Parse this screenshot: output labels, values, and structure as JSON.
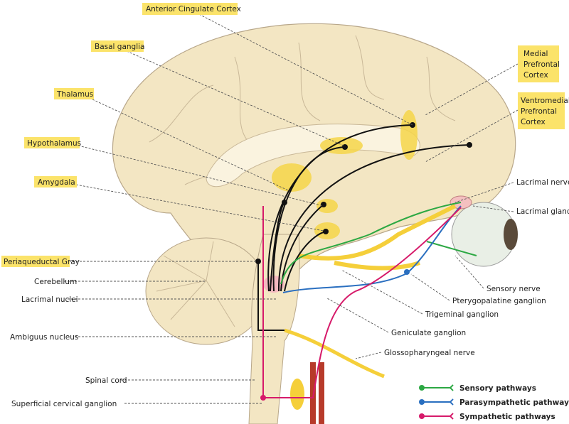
{
  "left_labels": {
    "anterior_cingulate": "Anterior Cingulate Cortex",
    "basal_ganglia": "Basal ganglia",
    "thalamus": "Thalamus",
    "hypothalamus": "Hypothalamus",
    "amygdala": "Amygdala",
    "periaqueductal": "Periaqueductal Gray",
    "cerebellum": "Cerebellum",
    "lacrimal_nuclei": "Lacrimal nuclei",
    "ambiguus": "Ambiguus nucleus",
    "spinal_cord": "Spinal cord",
    "cervical_ganglion": "Superficial cervical ganglion"
  },
  "right_labels": {
    "medial_pfc": [
      "Medial",
      "Prefrontal",
      "Cortex"
    ],
    "vm_pfc": [
      "Ventromedial",
      "Prefrontal",
      "Cortex"
    ],
    "lacrimal_nerve": "Lacrimal nerve",
    "lacrimal_gland": "Lacrimal gland",
    "sensory_nerve": "Sensory nerve",
    "pterygopalatine": "Pterygopalatine ganglion",
    "trigeminal": "Trigeminal ganglion",
    "geniculate": "Geniculate ganglion",
    "glossopharyngeal": "Glossopharyngeal nerve"
  },
  "legend": [
    {
      "label": "Sensory pathways",
      "color": "#2ca843"
    },
    {
      "label": "Parasympathetic pathways",
      "color": "#2a6fc0"
    },
    {
      "label": "Sympathetic pathways",
      "color": "#d61a6a"
    }
  ],
  "colors": {
    "brain": "#f3e6c3",
    "highlight": "#f6d64a",
    "nerve": "#f5cf3a",
    "label_box": "#fbe36a"
  }
}
